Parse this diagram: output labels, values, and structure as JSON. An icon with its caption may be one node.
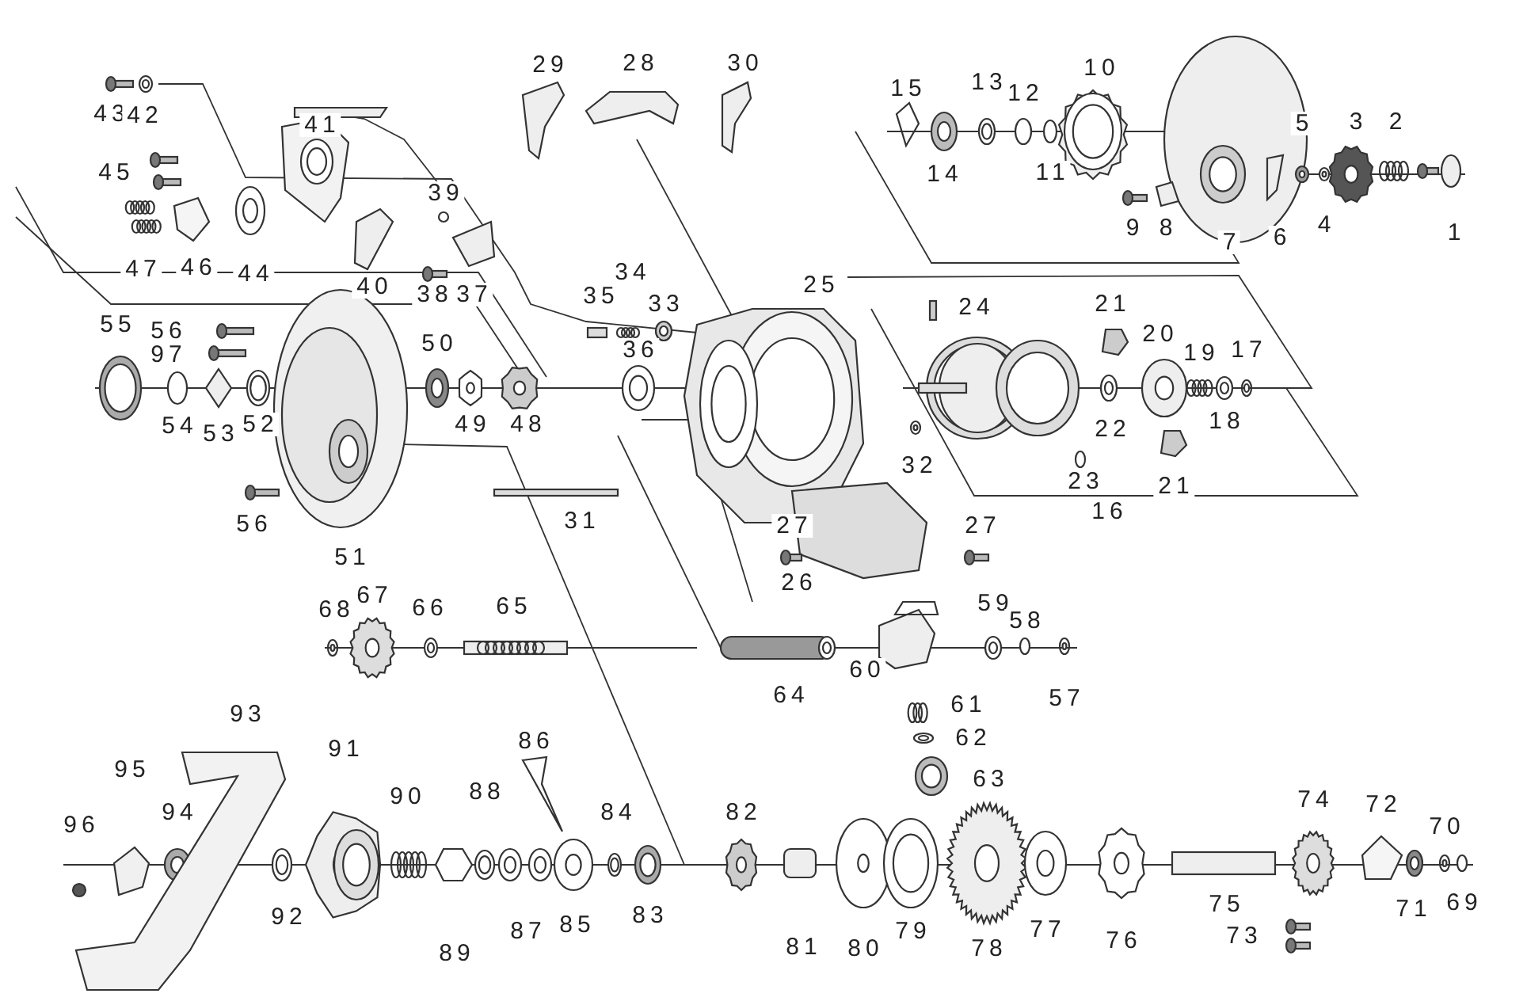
{
  "diagram": {
    "labels": [
      "29",
      "28",
      "30",
      "15",
      "13",
      "12",
      "10",
      "43",
      "42",
      "41",
      "5",
      "3",
      "2",
      "45",
      "39",
      "14",
      "11",
      "9",
      "8",
      "7",
      "6",
      "4",
      "1",
      "47",
      "46",
      "44",
      "40",
      "38",
      "37",
      "35",
      "34",
      "33",
      "25",
      "24",
      "21",
      "55",
      "56",
      "97",
      "50",
      "36",
      "20",
      "19",
      "17",
      "54",
      "53",
      "52",
      "49",
      "48",
      "22",
      "18",
      "32",
      "23",
      "21",
      "56",
      "31",
      "27",
      "27",
      "16",
      "51",
      "26",
      "68",
      "67",
      "66",
      "65",
      "59",
      "58",
      "64",
      "60",
      "61",
      "57",
      "93",
      "91",
      "86",
      "62",
      "95",
      "90",
      "88",
      "63",
      "74",
      "72",
      "96",
      "94",
      "84",
      "82",
      "70",
      "92",
      "83",
      "75",
      "71",
      "69",
      "89",
      "87",
      "85",
      "81",
      "80",
      "79",
      "78",
      "77",
      "76",
      "73"
    ]
  }
}
